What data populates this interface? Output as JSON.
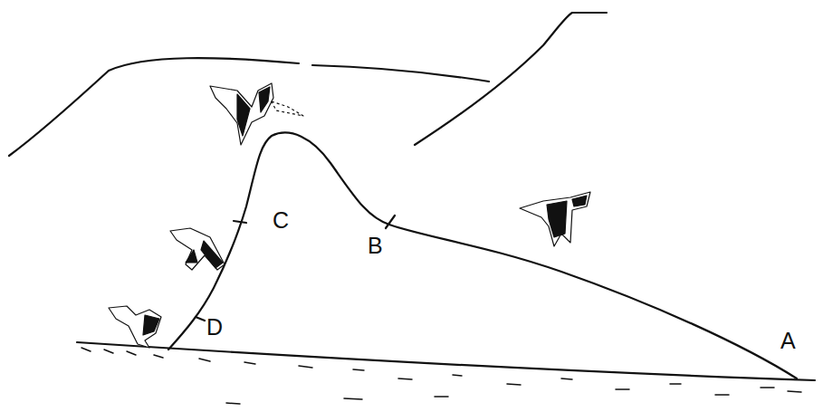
{
  "diagram": {
    "labels": [
      "C",
      "B",
      "A",
      "D"
    ]
  }
}
